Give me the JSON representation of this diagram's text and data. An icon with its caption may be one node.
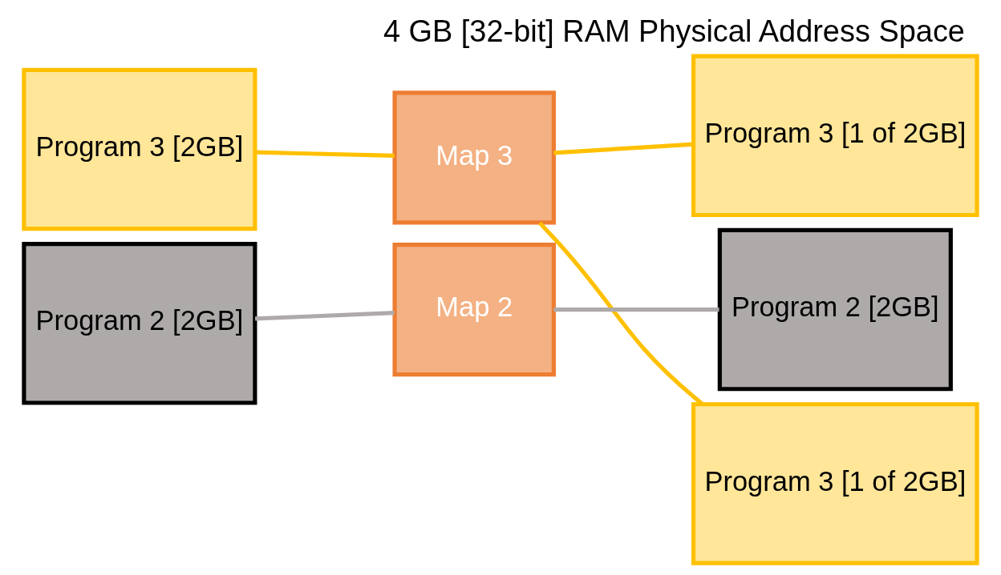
{
  "diagram": {
    "title": "4 GB [32-bit] RAM Physical Address Space",
    "nodes": [
      {
        "text": [
          "Program 3 [2GB]"
        ]
      },
      {
        "text": [
          "Map 3"
        ]
      },
      {
        "text": [
          "Program 2 [2GB]"
        ]
      },
      {
        "text": [
          "Map 2"
        ]
      },
      {
        "text": [
          "Program 3 [1 of 2GB]"
        ]
      },
      {
        "text": [
          "Program 2 [2GB]"
        ]
      },
      {
        "text": [
          "Program 3 [1 of 2GB]"
        ]
      }
    ],
    "edges": [
      {
        "from": 0,
        "to": 1,
        "arrow": "none"
      },
      {
        "from": 1,
        "to": 4,
        "arrow": "none"
      },
      {
        "from": 1,
        "to": 6,
        "arrow": "none"
      },
      {
        "from": 2,
        "to": 3,
        "arrow": "none",
        "color": "#aeaaaa"
      },
      {
        "from": 3,
        "to": 5,
        "arrow": "none",
        "color": "#aeaaaa"
      }
    ]
  }
}
